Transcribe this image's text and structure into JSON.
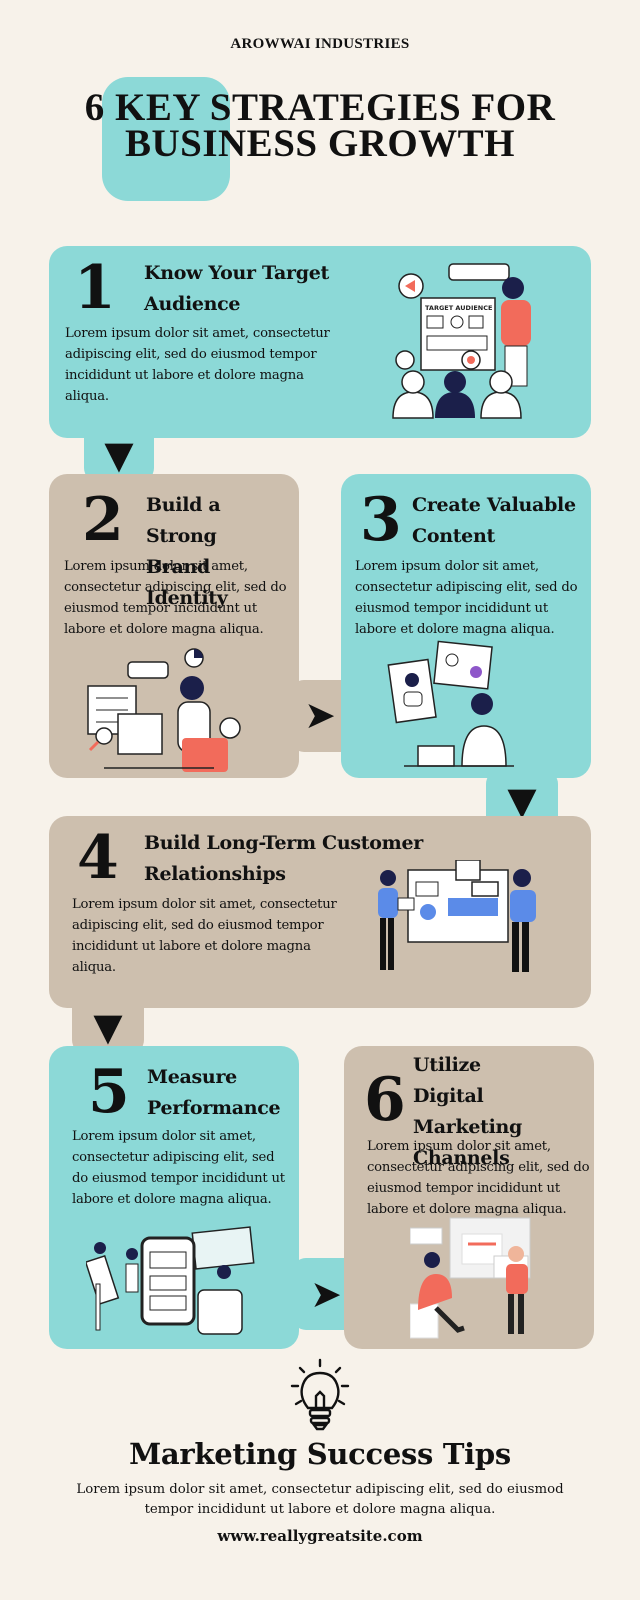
{
  "brand": "AROWWAI INDUSTRIES",
  "title": "6 KEY STRATEGIES FOR BUSINESS GROWTH",
  "lorem_card": "Lorem ipsum dolor sit amet, consectetur adipiscing elit, sed do eiusmod tempor incididunt ut labore et dolore magna aliqua.",
  "colors": {
    "teal": "#8cd9d7",
    "tan": "#cdbfae",
    "background": "#f7f2ea",
    "accent_red": "#f26b5b",
    "accent_blue": "#5b8be8"
  },
  "strategies": [
    {
      "number": "1",
      "line1": "Know Your Target",
      "line2": "Audience",
      "illustration": "target-audience-illustration",
      "board_label": "TARGET AUDIENCE"
    },
    {
      "number": "2",
      "line1": "Build a Strong",
      "line2": "Brand Identity",
      "illustration": "brand-identity-illustration"
    },
    {
      "number": "3",
      "line1": "Create Valuable",
      "line2": "Content",
      "illustration": "content-creation-illustration"
    },
    {
      "number": "4",
      "line1": "Build Long-Term Customer",
      "line2": "Relationships",
      "illustration": "customer-relationships-illustration"
    },
    {
      "number": "5",
      "line1": "Measure",
      "line2": "Performance",
      "illustration": "measure-performance-illustration"
    },
    {
      "number": "6",
      "line1": "Utilize",
      "line2": "Digital Marketing",
      "line3": "Channels",
      "illustration": "digital-marketing-illustration"
    }
  ],
  "tips": {
    "icon": "lightbulb-icon",
    "title": "Marketing Success Tips",
    "body": "Lorem ipsum dolor sit amet, consectetur adipiscing elit, sed do eiusmod tempor incididunt ut labore et dolore magna aliqua."
  },
  "website": "www.reallygreatsite.com"
}
